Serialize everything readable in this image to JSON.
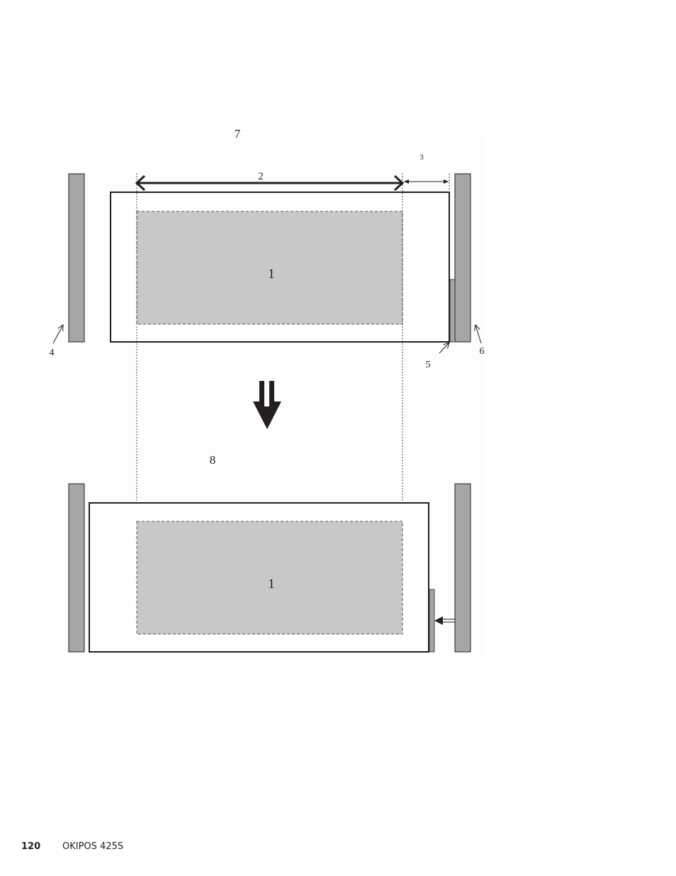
{
  "diagram": {
    "callouts": {
      "c1_top": "1",
      "c1_bottom": "1",
      "c2": "2",
      "c3": "3",
      "c4": "4",
      "c5": "5",
      "c6": "6",
      "c7": "7",
      "c8": "8"
    },
    "colors": {
      "guide": "#a6a6a6",
      "print_area": "#c8c8c8",
      "outline": "#231f20",
      "background": "#fdfdfd"
    },
    "icons": [
      "double-arrow-down-icon",
      "push-arrow-left-icon",
      "leader-arrow-icon"
    ]
  },
  "footer": {
    "page_number": "120",
    "product": "OKIPOS 425S"
  }
}
